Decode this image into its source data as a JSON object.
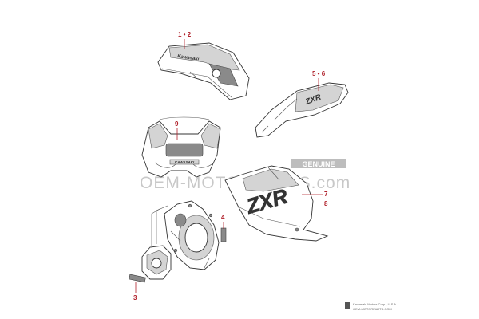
{
  "callouts": {
    "c12": "1 • 2",
    "c56": "5 • 6",
    "c9": "9",
    "c7": "7",
    "c8": "8",
    "c4": "4",
    "c3": "3"
  },
  "decals": {
    "tank_logo": "Kawasaki",
    "nose_logo": "KAWASAKI",
    "tail_model": "ZXR",
    "fairing_model": "ZXR"
  },
  "watermark": {
    "main": "OEM-MOTORPARTS.com",
    "badge": "GENUINE"
  },
  "footer": {
    "line1": "Kawasaki Motors Corp., U.S.A.",
    "line2": "OEM-MOTORPARTS.COM"
  },
  "colors": {
    "callout": "#b0202a",
    "line": "#333333",
    "watermark": "#c8c8c8"
  }
}
